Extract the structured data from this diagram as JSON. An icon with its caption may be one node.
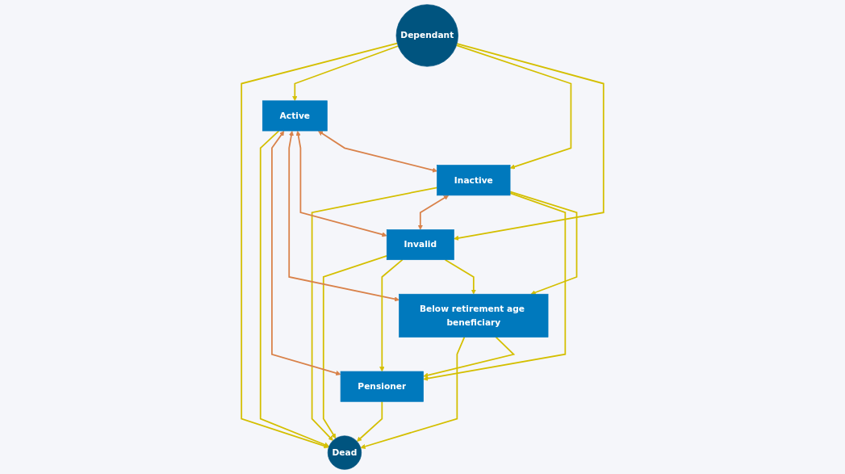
{
  "diagram": {
    "nodes": [
      {
        "text": [
          "Dependant"
        ]
      },
      {
        "text": [
          "Dead"
        ]
      },
      {
        "text": [
          "Active"
        ]
      },
      {
        "text": [
          "Pensioner"
        ]
      },
      {
        "text": [
          "Inactive"
        ]
      },
      {
        "text": [
          "Below retirement age beneficiary"
        ]
      },
      {
        "text": [
          "Invalid"
        ]
      }
    ],
    "edges": [
      {
        "from": 0,
        "to": 1,
        "arrow": "to"
      },
      {
        "from": 0,
        "to": 2,
        "arrow": "to"
      },
      {
        "from": 0,
        "to": 4,
        "arrow": "to"
      },
      {
        "from": 0,
        "to": 6,
        "arrow": "to"
      },
      {
        "from": 2,
        "to": 1,
        "arrow": "to"
      },
      {
        "from": 4,
        "to": 1,
        "arrow": "to"
      },
      {
        "from": 6,
        "to": 1,
        "arrow": "to"
      },
      {
        "from": 5,
        "to": 1,
        "arrow": "to"
      },
      {
        "from": 3,
        "to": 1,
        "arrow": "to"
      },
      {
        "from": 2,
        "to": 3,
        "arrow": "both",
        "color": "#d9824a"
      },
      {
        "from": 2,
        "to": 5,
        "arrow": "both",
        "color": "#d9824a"
      },
      {
        "from": 2,
        "to": 6,
        "arrow": "both",
        "color": "#d9824a"
      },
      {
        "from": 2,
        "to": 4,
        "arrow": "both",
        "color": "#d9824a"
      },
      {
        "from": 4,
        "to": 6,
        "arrow": "both",
        "color": "#d9824a"
      },
      {
        "from": 4,
        "to": 3,
        "arrow": "to"
      },
      {
        "from": 4,
        "to": 5,
        "arrow": "to"
      },
      {
        "from": 6,
        "to": 3,
        "arrow": "to"
      },
      {
        "from": 6,
        "to": 5,
        "arrow": "to"
      },
      {
        "from": 5,
        "to": 3,
        "arrow": "to"
      }
    ]
  }
}
